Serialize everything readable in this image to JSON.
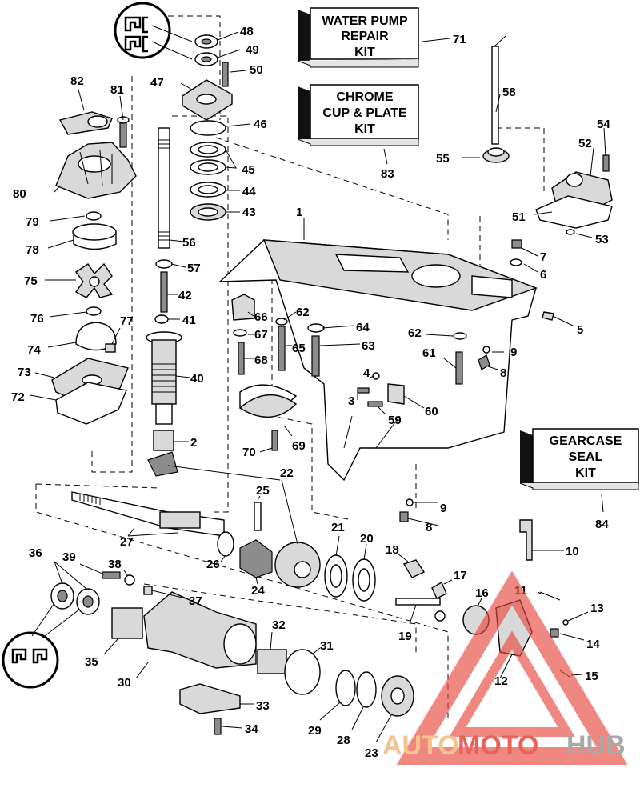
{
  "kits": [
    {
      "lines": [
        "WATER PUMP",
        "REPAIR",
        "KIT"
      ],
      "number": "71"
    },
    {
      "lines": [
        "CHROME",
        "CUP & PLATE",
        "KIT"
      ],
      "number": "83"
    },
    {
      "lines": [
        "GEARCASE",
        "SEAL",
        "KIT"
      ],
      "number": "84"
    }
  ],
  "watermark": {
    "auto": "AUTO",
    "moto": "MOTO",
    "hub": "HUB",
    "colors": {
      "auto": "#f5b97a",
      "moto": "#e8453c",
      "hub": "#9a9a9a"
    }
  },
  "labels": {
    "l1": "1",
    "l2": "2",
    "l3": "3",
    "l4": "4",
    "l5": "5",
    "l6": "6",
    "l7": "7",
    "l8a": "8",
    "l8b": "8",
    "l9a": "9",
    "l9b": "9",
    "l10": "10",
    "l11": "11",
    "l12": "12",
    "l13": "13",
    "l14": "14",
    "l15": "15",
    "l16": "16",
    "l17": "17",
    "l18": "18",
    "l19": "19",
    "l20": "20",
    "l21": "21",
    "l22": "22",
    "l23": "23",
    "l24": "24",
    "l25": "25",
    "l26": "26",
    "l27": "27",
    "l28": "28",
    "l29": "29",
    "l30": "30",
    "l31": "31",
    "l32": "32",
    "l33": "33",
    "l34": "34",
    "l35": "35",
    "l36": "36",
    "l37": "37",
    "l38": "38",
    "l39": "39",
    "l40": "40",
    "l41": "41",
    "l42": "42",
    "l43": "43",
    "l44": "44",
    "l45": "45",
    "l46": "46",
    "l47": "47",
    "l48": "48",
    "l49": "49",
    "l50": "50",
    "l51": "51",
    "l52": "52",
    "l53": "53",
    "l54": "54",
    "l55": "55",
    "l56": "56",
    "l57": "57",
    "l58": "58",
    "l59": "59",
    "l60": "60",
    "l61": "61",
    "l62a": "62",
    "l62b": "62",
    "l63": "63",
    "l64": "64",
    "l65": "65",
    "l66": "66",
    "l67": "67",
    "l68": "68",
    "l69": "69",
    "l70": "70",
    "l72": "72",
    "l73": "73",
    "l74": "74",
    "l75": "75",
    "l76": "76",
    "l77": "77",
    "l78": "78",
    "l79": "79",
    "l80": "80",
    "l81": "81",
    "l82": "82"
  },
  "icons": [
    "seal-lip-detail-icon",
    "water-pump-icon",
    "gear-icon",
    "bearing-icon"
  ]
}
